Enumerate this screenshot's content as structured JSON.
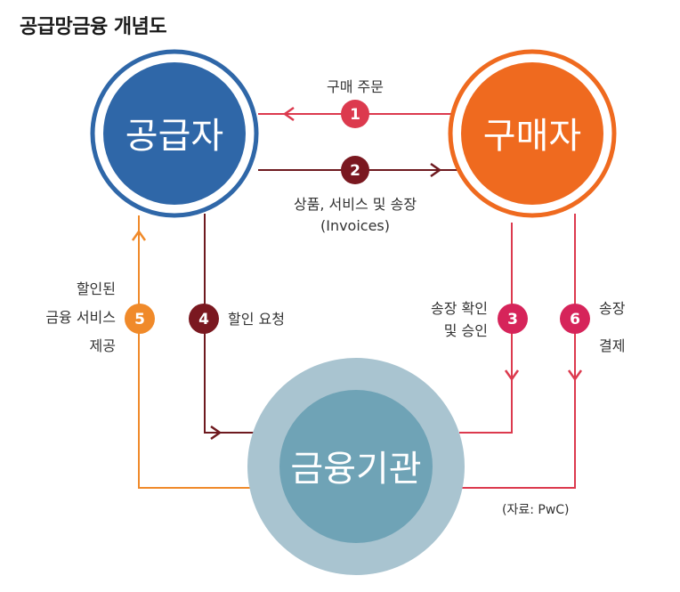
{
  "title": "공급망금융 개념도",
  "nodes": {
    "supplier": "공급자",
    "buyer": "구매자",
    "finance": "금융기관"
  },
  "flows": [
    {
      "num": "1",
      "label_lines": [
        "구매 주문"
      ]
    },
    {
      "num": "2",
      "label_lines": [
        "상품, 서비스 및 송장",
        "(Invoices)"
      ]
    },
    {
      "num": "3",
      "label_lines": [
        "송장 확인",
        "및 승인"
      ]
    },
    {
      "num": "4",
      "label_lines": [
        "할인 요청"
      ]
    },
    {
      "num": "5",
      "label_lines": [
        "할인된",
        "금융 서비스",
        "제공"
      ]
    },
    {
      "num": "6",
      "label_lines": [
        "송장",
        "결제"
      ]
    }
  ],
  "source": "(자료: PwC)",
  "colors": {
    "supplier": "#2f67a8",
    "buyer": "#ef6a1f",
    "finance_outer": "#a9c4d0",
    "finance_inner": "#6fa3b6",
    "red": "#dc3a4e",
    "pink": "#d6245a",
    "maroon": "#6e1a1f",
    "dark_red": "#7a1820",
    "orange": "#f08a2a"
  }
}
